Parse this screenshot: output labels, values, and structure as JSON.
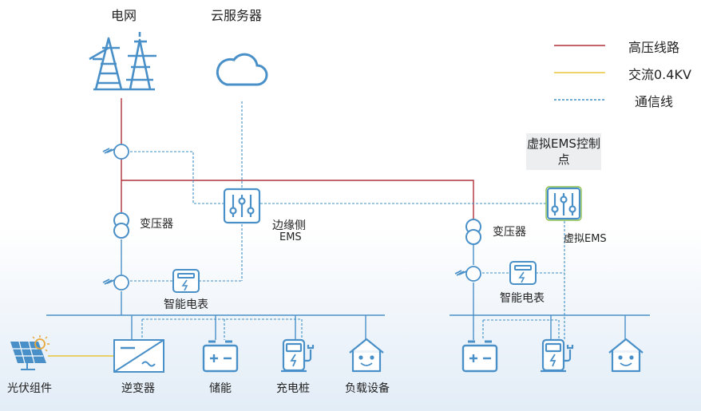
{
  "labels": {
    "grid": "电网",
    "cloud": "云服务器",
    "transformer_left": "变压器",
    "edge_ems_line1": "边缘侧",
    "edge_ems_line2": "EMS",
    "meter_left": "智能电表",
    "pv": "光伏组件",
    "inverter": "逆变器",
    "storage": "储能",
    "charger": "充电桩",
    "load": "负载设备",
    "virtual_point": "虚拟EMS控制点",
    "transformer_right": "变压器",
    "virtual_ems": "虚拟EMS",
    "meter_right": "智能电表"
  },
  "legend": [
    {
      "label": "高压线路",
      "color": "#b0303a",
      "style": "solid"
    },
    {
      "label": "交流0.4KV",
      "color": "#e8c53a",
      "style": "solid"
    },
    {
      "label": "通信线",
      "color": "#3d8fc6",
      "style": "dashed"
    }
  ],
  "colors": {
    "icon": "#4a90c8",
    "hv": "#b0303a",
    "ac": "#e8c53a",
    "comm": "#3d8fc6",
    "bus": "#4a90c8"
  }
}
